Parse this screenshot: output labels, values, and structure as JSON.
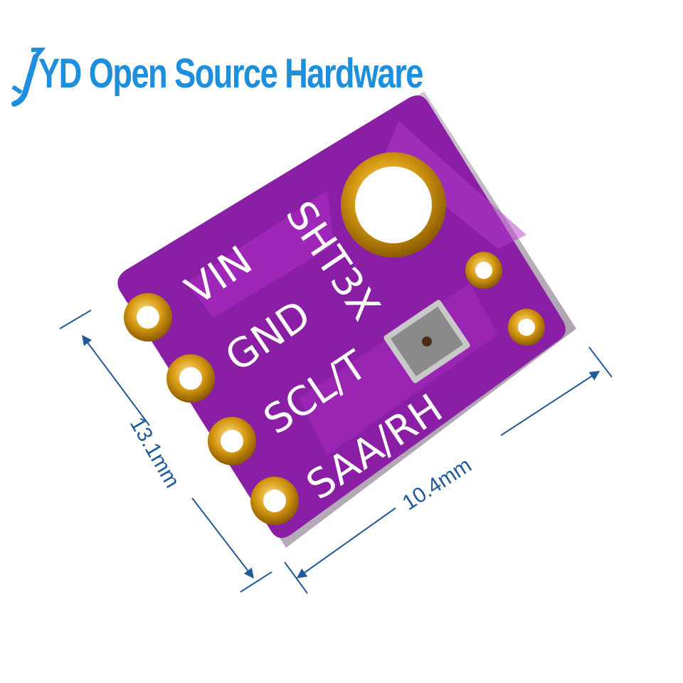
{
  "brand": {
    "text": "YD Open Source Hardware",
    "color": "#1d8fdd"
  },
  "board": {
    "color": "#8a1fa6",
    "pins": [
      "VIN",
      "GND",
      "SCL/T",
      "SAA/RH"
    ],
    "model": "SHT3X"
  },
  "dimensions": {
    "height": "13.1mm",
    "width": "10.4mm",
    "color": "#1f5a9a"
  }
}
